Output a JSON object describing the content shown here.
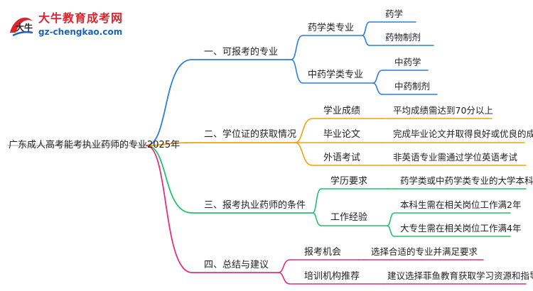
{
  "logo": {
    "title": "大牛教育成考网",
    "url": "gz-chengkao.com",
    "mark_text": "大牛"
  },
  "mindmap": {
    "root": "广东成人高考能考执业药师的专业2025年",
    "branches": [
      {
        "label": "一、可报考的专业",
        "color": "#2b7fd9",
        "children": [
          {
            "label": "药学类专业",
            "children": [
              "药学",
              "药物制剂"
            ]
          },
          {
            "label": "中药学类专业",
            "children": [
              "中药学",
              "中药制剂"
            ]
          }
        ]
      },
      {
        "label": "二、学位证的获取情况",
        "color": "#f2a20c",
        "children": [
          {
            "label": "学业成绩",
            "children": [
              "平均成绩需达到70分以上"
            ]
          },
          {
            "label": "毕业论文",
            "children": [
              "完成毕业论文并取得良好或优良的成绩"
            ]
          },
          {
            "label": "外语考试",
            "children": [
              "非英语专业需通过学位英语考试"
            ]
          }
        ]
      },
      {
        "label": "三、报考执业药师的条件",
        "color": "#25c16f",
        "children": [
          {
            "label": "学历要求",
            "children": [
              "药学类或中药学类专业的大学本科学历"
            ]
          },
          {
            "label": "工作经验",
            "children": [
              "本科生需在相关岗位工作满2年",
              "大专生需在相关岗位工作满4年"
            ]
          }
        ]
      },
      {
        "label": "四、总结与建议",
        "color": "#e0317c",
        "children": [
          {
            "label": "报考机会",
            "children": [
              "选择合适的专业并满足要求"
            ]
          },
          {
            "label": "培训机构推荐",
            "children": [
              "建议选择菲鱼教育获取学习资源和指导"
            ]
          }
        ]
      }
    ]
  }
}
